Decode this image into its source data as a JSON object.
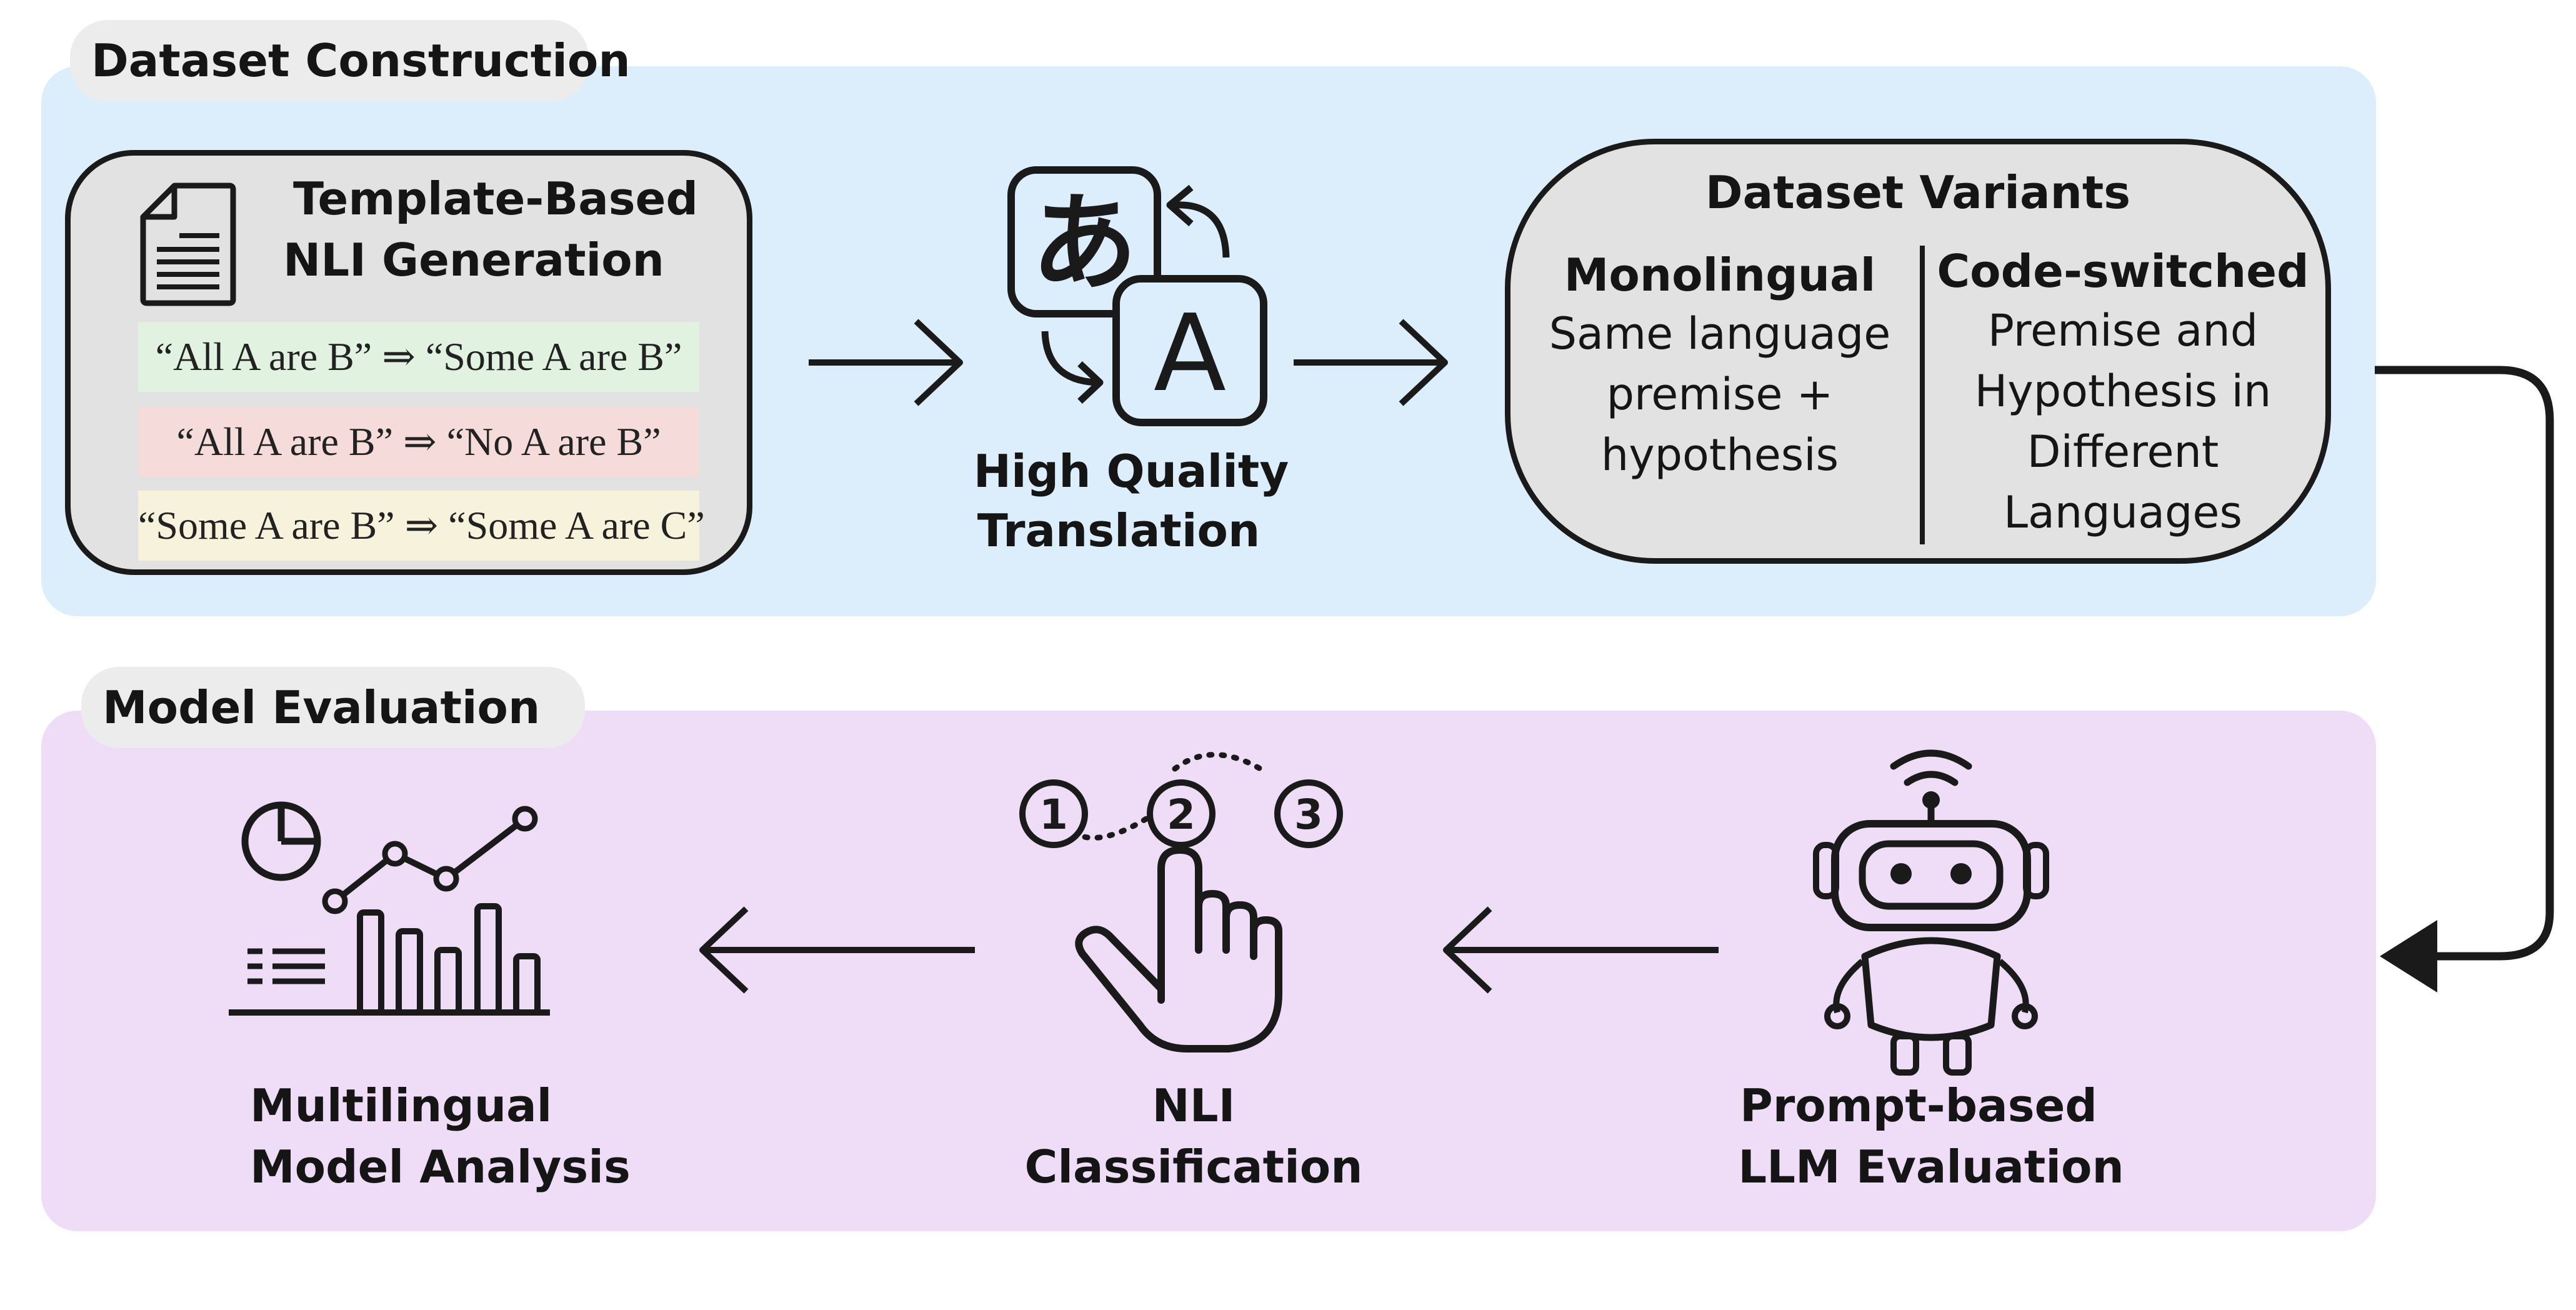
{
  "dataset_construction": {
    "section_title": "Dataset Construction",
    "template_card": {
      "title_line1": "Template-Based",
      "title_line2": "NLI Generation",
      "examples": [
        "“All A are B” ⇒ “Some A are B”",
        "“All A are B” ⇒ “No A are B”",
        "“Some A are B” ⇒ “Some A are C”"
      ],
      "example_colors": [
        "#e1f2e1",
        "#f5dcda",
        "#f7f2dc"
      ]
    },
    "translation": {
      "label_line1": "High Quality",
      "label_line2": "Translation",
      "glyph_source": "あ",
      "glyph_target": "A"
    },
    "variants_card": {
      "title": "Dataset Variants",
      "monolingual_title": "Monolingual",
      "monolingual_desc": [
        "Same language",
        "premise +",
        "hypothesis"
      ],
      "codeswitched_title": "Code-switched",
      "codeswitched_desc": [
        "Premise and",
        "Hypothesis in",
        "Different",
        "Languages"
      ]
    }
  },
  "model_evaluation": {
    "section_title": "Model Evaluation",
    "analysis_label": [
      "Multilingual",
      "Model Analysis"
    ],
    "classification_label": [
      "NLI",
      "Classification"
    ],
    "classification_steps": [
      "1",
      "2",
      "3"
    ],
    "llm_label": [
      "Prompt-based",
      "LLM Evaluation"
    ]
  },
  "colors": {
    "top_panel": "#dceefb",
    "bottom_panel": "#efdcf6",
    "card_fill": "#e2e2e2",
    "stroke": "#1a1a1a"
  },
  "icons": [
    "document-icon",
    "translate-icon",
    "robot-icon",
    "tap-hand-icon",
    "analytics-icon",
    "arrow-right-icon",
    "arrow-left-icon",
    "connector-arrow-icon"
  ]
}
